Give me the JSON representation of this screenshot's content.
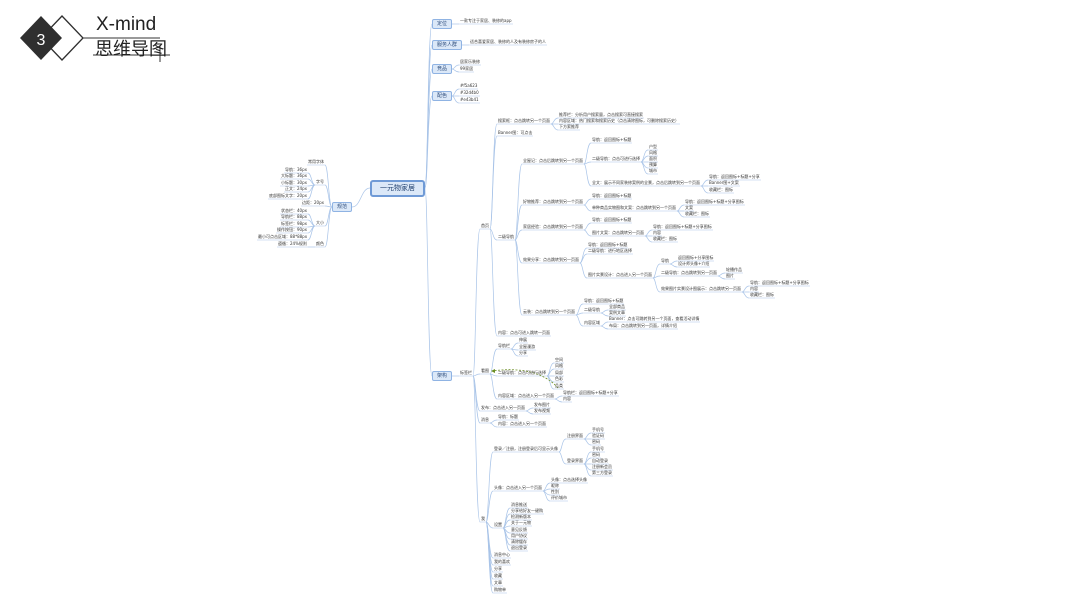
{
  "header": {
    "number": "3",
    "title_en": "X-mind",
    "title_cn": "思维导图"
  },
  "colors": {
    "line": "#a9c4e8",
    "box_fill": "#dbe8f8",
    "box_border": "#8fb3e3",
    "relation": "#6b8e23"
  },
  "nodes": [
    {
      "id": "root",
      "t": "一元物家居",
      "k": "root"
    },
    {
      "id": "dw",
      "p": "root",
      "t": "定位",
      "k": "box"
    },
    {
      "id": "dw1",
      "p": "dw",
      "t": "一款专注于家居、装修的app"
    },
    {
      "id": "fw",
      "p": "root",
      "t": "服务人群",
      "k": "box"
    },
    {
      "id": "fw1",
      "p": "fw",
      "t": "适合喜爱家居、装修的人及有装修房子的人"
    },
    {
      "id": "jp",
      "p": "root",
      "t": "竞品",
      "k": "box"
    },
    {
      "id": "jp1",
      "p": "jp",
      "t": "居家乐装修"
    },
    {
      "id": "jp2",
      "p": "jp",
      "t": "99家居"
    },
    {
      "id": "ps",
      "p": "root",
      "t": "配色",
      "k": "box"
    },
    {
      "id": "ps1",
      "p": "ps",
      "t": "#f5a623"
    },
    {
      "id": "ps2",
      "p": "ps",
      "t": "#32d4b0"
    },
    {
      "id": "ps3",
      "p": "ps",
      "t": "#e43b41"
    },
    {
      "id": "gf",
      "p": "root",
      "t": "规范",
      "k": "box",
      "s": "L"
    },
    {
      "id": "gf1",
      "p": "gf",
      "t": "常用字体",
      "s": "L"
    },
    {
      "id": "gf2",
      "p": "gf",
      "t": "字号",
      "s": "L"
    },
    {
      "id": "zh1",
      "p": "gf2",
      "t": "导航：36px",
      "s": "L"
    },
    {
      "id": "zh2",
      "p": "gf2",
      "t": "大标题：36px",
      "s": "L"
    },
    {
      "id": "zh3",
      "p": "gf2",
      "t": "小标题：30px",
      "s": "L"
    },
    {
      "id": "zh4",
      "p": "gf2",
      "t": "正文：24px",
      "s": "L"
    },
    {
      "id": "zh5",
      "p": "gf2",
      "t": "底部图标文字：20px",
      "s": "L"
    },
    {
      "id": "gf3",
      "p": "gf",
      "t": "边距：20px",
      "s": "L"
    },
    {
      "id": "gf4",
      "p": "gf",
      "t": "大小",
      "s": "L"
    },
    {
      "id": "dx1",
      "p": "gf4",
      "t": "状态栏：40px",
      "s": "L"
    },
    {
      "id": "dx2",
      "p": "gf4",
      "t": "导航栏：88px",
      "s": "L"
    },
    {
      "id": "dx3",
      "p": "gf4",
      "t": "标签栏：98px",
      "s": "L"
    },
    {
      "id": "dx4",
      "p": "gf4",
      "t": "操作按钮：90px",
      "s": "L"
    },
    {
      "id": "dx5",
      "p": "gf4",
      "t": "最小可点击区域：88*88px",
      "s": "L"
    },
    {
      "id": "gf5",
      "p": "gf",
      "t": "颜色",
      "s": "L"
    },
    {
      "id": "ys1",
      "p": "gf5",
      "t": "遵循：24%规则",
      "s": "L"
    },
    {
      "id": "jg",
      "p": "root",
      "t": "架构",
      "k": "box"
    },
    {
      "id": "bq",
      "p": "jg",
      "t": "标签栏"
    },
    {
      "id": "sy",
      "p": "bq",
      "t": "首页"
    },
    {
      "id": "ss",
      "p": "sy",
      "t": "搜索框：点击跳转另一个页面"
    },
    {
      "id": "ss1",
      "p": "ss",
      "t": "推荐栏：分析用户搜索量，点击搜索可直接搜索"
    },
    {
      "id": "ss2",
      "p": "ss",
      "t": "内容区域：热门搜索和搜索历史（点击清除图标，可删除搜索历史）"
    },
    {
      "id": "ss3",
      "p": "ss",
      "t": "下方索推荐"
    },
    {
      "id": "bn",
      "p": "sy",
      "t": "Banner图：可点击"
    },
    {
      "id": "ej",
      "p": "sy",
      "t": "二级导航"
    },
    {
      "id": "qw",
      "p": "ej",
      "t": "全屋记：点击后跳转到另一个页面"
    },
    {
      "id": "qw1",
      "p": "qw",
      "t": "导航：返回图标+标题"
    },
    {
      "id": "qw2",
      "p": "qw",
      "t": "二级导航：点击可进行选择"
    },
    {
      "id": "qw21",
      "p": "qw2",
      "t": "户型"
    },
    {
      "id": "qw22",
      "p": "qw2",
      "t": "风格"
    },
    {
      "id": "qw23",
      "p": "qw2",
      "t": "面积"
    },
    {
      "id": "qw24",
      "p": "qw2",
      "t": "预算"
    },
    {
      "id": "qw25",
      "p": "qw2",
      "t": "城市"
    },
    {
      "id": "qw3",
      "p": "qw",
      "t": "全文：展示不同家装修案例的全景，点击后跳转到另一个页面"
    },
    {
      "id": "qw31",
      "p": "qw3",
      "t": "导航：返回图标+标题+分享"
    },
    {
      "id": "qw32",
      "p": "qw3",
      "t": "Banner图+文案"
    },
    {
      "id": "qw33",
      "p": "qw3",
      "t": "收藏栏：图标"
    },
    {
      "id": "hw",
      "p": "ej",
      "t": "好物推荐：点击跳转到另一个页面"
    },
    {
      "id": "hw1",
      "p": "hw",
      "t": "导航：返回图标+标题"
    },
    {
      "id": "hw2",
      "p": "hw",
      "t": "单种商品实物图和文案：点击跳转到另一个页面"
    },
    {
      "id": "hw21",
      "p": "hw2",
      "t": "导航：返回图标+标题+分享图标"
    },
    {
      "id": "hw22",
      "p": "hw2",
      "t": "文案"
    },
    {
      "id": "hw23",
      "p": "hw2",
      "t": "收藏栏：图标"
    },
    {
      "id": "jj",
      "p": "ej",
      "t": "家居经验：点击跳转到另一个页面"
    },
    {
      "id": "jj1",
      "p": "jj",
      "t": "导航：返回图标+标题"
    },
    {
      "id": "jj2",
      "p": "jj",
      "t": "图片文案：点击跳转另一页面"
    },
    {
      "id": "jj21",
      "p": "jj2",
      "t": "导航：返回图标+标题+分享图标"
    },
    {
      "id": "jj22",
      "p": "jj2",
      "t": "内容"
    },
    {
      "id": "jj23",
      "p": "jj2",
      "t": "收藏栏：图标"
    },
    {
      "id": "xg",
      "p": "ej",
      "t": "效果分享：点击跳转到另一页面"
    },
    {
      "id": "xg1",
      "p": "xg",
      "t": "导航：返回图标+标题"
    },
    {
      "id": "xg2",
      "p": "xg",
      "t": "二级导航：进行地区选择"
    },
    {
      "id": "xg3",
      "p": "xg",
      "t": "图片实景设计：点击进入另一个页面"
    },
    {
      "id": "xg31",
      "p": "xg3",
      "t": "导航"
    },
    {
      "id": "xg311",
      "p": "xg31",
      "t": "返回图标+分享图标"
    },
    {
      "id": "xg312",
      "p": "xg31",
      "t": "设计师头像+介绍"
    },
    {
      "id": "xg32",
      "p": "xg3",
      "t": "二级导航：点击跳转到另一页面"
    },
    {
      "id": "xg321",
      "p": "xg32",
      "t": "轮播作品"
    },
    {
      "id": "xg322",
      "p": "xg32",
      "t": "图片"
    },
    {
      "id": "xg33",
      "p": "xg3",
      "t": "效果图片实景设计图展示：点击跳转另一页面"
    },
    {
      "id": "xg331",
      "p": "xg33",
      "t": "导航：返回图标+标题+分享图标"
    },
    {
      "id": "xg332",
      "p": "xg33",
      "t": "内容"
    },
    {
      "id": "xg333",
      "p": "xg33",
      "t": "收藏栏：图标"
    },
    {
      "id": "yz",
      "p": "ej",
      "t": "云装：点击跳转到另一个页面"
    },
    {
      "id": "yz1",
      "p": "yz",
      "t": "导航：返回图标+标题"
    },
    {
      "id": "yz2",
      "p": "yz",
      "t": "二级导航"
    },
    {
      "id": "yz21",
      "p": "yz2",
      "t": "全部商品"
    },
    {
      "id": "yz22",
      "p": "yz2",
      "t": "案例文章"
    },
    {
      "id": "yz3",
      "p": "yz",
      "t": "内容区域"
    },
    {
      "id": "yz31",
      "p": "yz3",
      "t": "Banner：点击可跳转到另一个页面，查看活动详情"
    },
    {
      "id": "yz32",
      "p": "yz3",
      "t": "布局：点击跳转到另一页面，详情介绍"
    },
    {
      "id": "nr",
      "p": "sy",
      "t": "内容：点击可进入跳转一页面"
    },
    {
      "id": "kt",
      "p": "bq",
      "t": "看图"
    },
    {
      "id": "kt1",
      "p": "kt",
      "t": "导航栏"
    },
    {
      "id": "kt11",
      "p": "kt1",
      "t": "伸展"
    },
    {
      "id": "kt12",
      "p": "kt1",
      "t": "全屋漫游"
    },
    {
      "id": "kt13",
      "p": "kt1",
      "t": "分享"
    },
    {
      "id": "kt2",
      "p": "kt",
      "t": "二级导航：点击可进行选择"
    },
    {
      "id": "kt21",
      "p": "kt2",
      "t": "空间"
    },
    {
      "id": "kt22",
      "p": "kt2",
      "t": "风格"
    },
    {
      "id": "kt23",
      "p": "kt2",
      "t": "局部"
    },
    {
      "id": "kt24",
      "p": "kt2",
      "t": "色彩"
    },
    {
      "id": "kt25",
      "p": "kt2",
      "t": "品类"
    },
    {
      "id": "kt3",
      "p": "kt",
      "t": "内容区域：点击进入另一个页面"
    },
    {
      "id": "kt31",
      "p": "kt3",
      "t": "导航栏：返回图标+标题+分享"
    },
    {
      "id": "kt32",
      "p": "kt3",
      "t": "内容"
    },
    {
      "id": "fb",
      "p": "bq",
      "t": "发布：点击进入另一页面"
    },
    {
      "id": "fb1",
      "p": "fb",
      "t": "发布图片"
    },
    {
      "id": "fb2",
      "p": "fb",
      "t": "发布视频"
    },
    {
      "id": "xx",
      "p": "bq",
      "t": "消息"
    },
    {
      "id": "xx1",
      "p": "xx",
      "t": "导航：标题"
    },
    {
      "id": "xx2",
      "p": "xx",
      "t": "内容：点击进入另一个页面"
    },
    {
      "id": "wo",
      "p": "bq",
      "t": "我"
    },
    {
      "id": "dl",
      "p": "wo",
      "t": "登录／注册，注册登录后可显示头像"
    },
    {
      "id": "zc",
      "p": "dl",
      "t": "注册界面"
    },
    {
      "id": "zc1",
      "p": "zc",
      "t": "手机号"
    },
    {
      "id": "zc2",
      "p": "zc",
      "t": "验证码"
    },
    {
      "id": "zc3",
      "p": "zc",
      "t": "密码"
    },
    {
      "id": "dj",
      "p": "dl",
      "t": "登录界面"
    },
    {
      "id": "dj1",
      "p": "dj",
      "t": "手机号"
    },
    {
      "id": "dj2",
      "p": "dj",
      "t": "密码"
    },
    {
      "id": "dj3",
      "p": "dj",
      "t": "自动登录"
    },
    {
      "id": "dj4",
      "p": "dj",
      "t": "注册新会员"
    },
    {
      "id": "dj5",
      "p": "dj",
      "t": "第三方登录"
    },
    {
      "id": "tx",
      "p": "wo",
      "t": "头像：点击进入另一个页面"
    },
    {
      "id": "tx1",
      "p": "tx",
      "t": "头像：点击选择头像"
    },
    {
      "id": "tx2",
      "p": "tx",
      "t": "昵称"
    },
    {
      "id": "tx3",
      "p": "tx",
      "t": "性别"
    },
    {
      "id": "tx4",
      "p": "tx",
      "t": "评价城市"
    },
    {
      "id": "sz",
      "p": "wo",
      "t": "设置"
    },
    {
      "id": "sz1",
      "p": "sz",
      "t": "消息推送"
    },
    {
      "id": "sz2",
      "p": "sz",
      "t": "分享给好友一键购"
    },
    {
      "id": "sz3",
      "p": "sz",
      "t": "检测新版本"
    },
    {
      "id": "sz4",
      "p": "sz",
      "t": "关于一元物"
    },
    {
      "id": "sz5",
      "p": "sz",
      "t": "意见反馈"
    },
    {
      "id": "sz6",
      "p": "sz",
      "t": "用户协议"
    },
    {
      "id": "sz7",
      "p": "sz",
      "t": "清除缓存"
    },
    {
      "id": "sz8",
      "p": "sz",
      "t": "退出登录"
    },
    {
      "id": "wo1",
      "p": "wo",
      "t": "消息中心"
    },
    {
      "id": "wo2",
      "p": "wo",
      "t": "我的喜欢"
    },
    {
      "id": "wo3",
      "p": "wo",
      "t": "分享"
    },
    {
      "id": "wo4",
      "p": "wo",
      "t": "收藏"
    },
    {
      "id": "wo5",
      "p": "wo",
      "t": "文章"
    },
    {
      "id": "wo6",
      "p": "wo",
      "t": "购物单"
    }
  ]
}
